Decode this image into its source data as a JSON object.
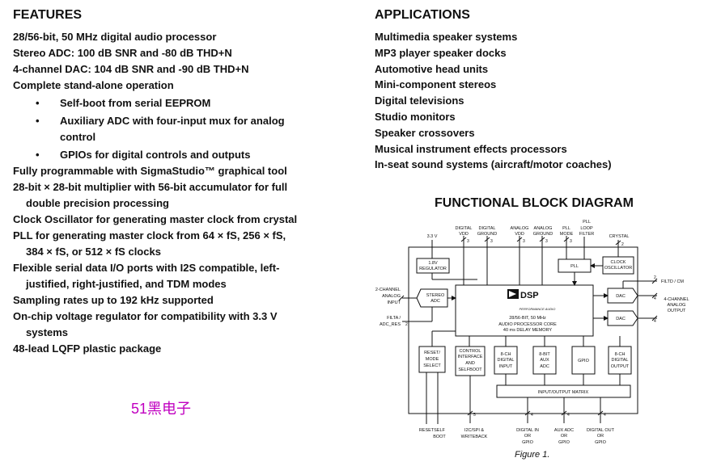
{
  "features": {
    "heading": "FEATURES",
    "items": [
      "28/56-bit, 50 MHz digital audio processor",
      "Stereo ADC: 100 dB SNR and -80 dB THD+N",
      "4-channel DAC: 104 dB SNR and -90 dB THD+N",
      "Complete stand-alone operation"
    ],
    "sub_items": [
      "Self-boot from serial EEPROM",
      "Auxiliary ADC with four-input mux for analog",
      "control",
      "GPIOs for digital controls and outputs"
    ],
    "bullet": "•",
    "items2": [
      "Fully programmable with SigmaStudio™ graphical tool",
      "28-bit × 28-bit multiplier with 56-bit accumulator for full",
      "double precision processing",
      "Clock Oscillator for generating master clock from crystal",
      "PLL for generating master clock from 64 × fS, 256 × fS,",
      "384 × fS, or 512 × fS clocks",
      "Flexible serial data I/O ports with I2S compatible, left-",
      "justified, right-justified, and TDM modes",
      "Sampling rates up to 192 kHz supported",
      "On-chip voltage regulator for compatibility with 3.3 V",
      "systems",
      "48-lead LQFP plastic package"
    ]
  },
  "applications": {
    "heading": "APPLICATIONS",
    "items": [
      "Multimedia speaker systems",
      "MP3 player speaker docks",
      "Automotive head units",
      "Mini-component stereos",
      "Digital televisions",
      "Studio monitors",
      "Speaker crossovers",
      "Musical instrument effects processors",
      "In-seat sound systems (aircraft/motor coaches)"
    ]
  },
  "watermark": "51黑电子",
  "diagram": {
    "title": "FUNCTIONAL BLOCK DIAGRAM",
    "caption": "Figure 1.",
    "top_labels": {
      "v33": "3.3 V",
      "dvdd": [
        "DIGITAL",
        "VDD"
      ],
      "dgnd": [
        "DIGITAL",
        "GROUND"
      ],
      "avdd": [
        "ANALOG",
        "VDD"
      ],
      "agnd": [
        "ANALOG",
        "GROUND"
      ],
      "pllmode": [
        "PLL",
        "MODE"
      ],
      "pllfilter": [
        "PLL",
        "LOOP",
        "FILTER"
      ],
      "crystal": "CRYSTAL"
    },
    "bus_counts": {
      "dvdd": "3",
      "dgnd": "3",
      "avdd": "3",
      "agnd": "3",
      "pllmode": "3",
      "crystal": "2",
      "filtd": "2",
      "filta": "2",
      "i2c": "5",
      "dig_in": "4",
      "aux": "4",
      "dig_out": "4",
      "audio_out": "4"
    },
    "blocks": {
      "regulator": [
        "1.8V",
        "REGULATOR"
      ],
      "pll": "PLL",
      "clock": [
        "CLOCK",
        "OSCILLATOR"
      ],
      "adc": [
        "STEREO",
        "ADC"
      ],
      "dac1": "DAC",
      "dac2": "DAC",
      "core_logo": "DSP",
      "core_logo_sub": "PERFORMANCE AUDIO",
      "core_lines": [
        "28/56-BIT, 50 MHz",
        "AUDIO PROCESSOR CORE",
        "40 ms DELAY MEMORY"
      ],
      "reset": [
        "RESET/",
        "MODE",
        "SELECT"
      ],
      "control": [
        "CONTROL",
        "INTERFACE",
        "AND",
        "SELFBOOT"
      ],
      "din": [
        "8-CH",
        "DIGITAL",
        "INPUT"
      ],
      "aux": [
        "8-BIT",
        "AUX",
        "ADC"
      ],
      "gpio": "GPIO",
      "dout": [
        "8-CH",
        "DIGITAL",
        "OUTPUT"
      ],
      "matrix": "INPUT/OUTPUT MATRIX"
    },
    "side_labels": {
      "analog_in": [
        "2-CHANNEL",
        "ANALOG",
        "INPUT"
      ],
      "filta": [
        "FILTA /",
        "ADC_RES"
      ],
      "filtd": "FILTD / CM",
      "analog_out": [
        "4-CHANNEL",
        "ANALOG",
        "OUTPUT"
      ]
    },
    "bottom_labels": {
      "reset": "RESET",
      "selfboot": [
        "SELF",
        "BOOT"
      ],
      "i2c": [
        "I2C/SPI &",
        "WRITEBACK"
      ],
      "dig_in": [
        "DIGITAL IN",
        "OR",
        "GPIO"
      ],
      "aux": [
        "AUX ADC",
        "OR",
        "GPIO"
      ],
      "dig_out": [
        "DIGITAL OUT",
        "OR",
        "GPIO"
      ]
    }
  }
}
